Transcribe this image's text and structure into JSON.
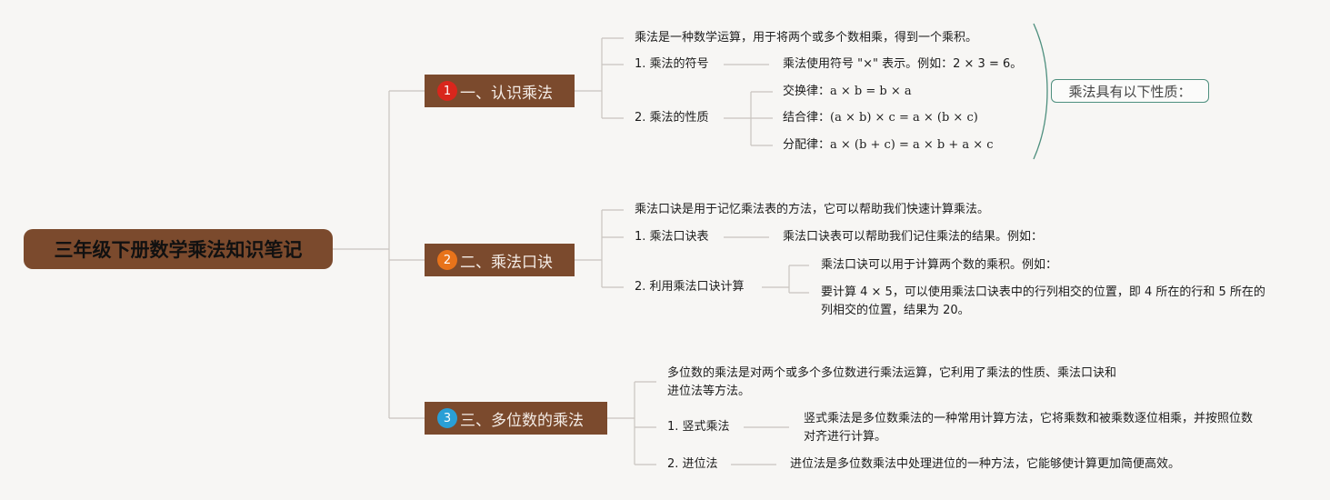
{
  "root": {
    "title": "三年级下册数学乘法知识笔记"
  },
  "colors": {
    "node_bg": "#7b4a2d",
    "badge1": "#d9261c",
    "badge2": "#e8731a",
    "badge3": "#2a9fd6",
    "brace": "#4e8f7e",
    "line": "#c9c4bf"
  },
  "sections": [
    {
      "num": "1",
      "title": "一、认识乘法",
      "intro": "乘法是一种数学运算，用于将两个或多个数相乘，得到一个乘积。",
      "items": [
        {
          "label": "1. 乘法的符号",
          "detail": "乘法使用符号 \"×\" 表示。例如：2 × 3 = 6。"
        },
        {
          "label": "2. 乘法的性质",
          "details": [
            {
              "name": "交换律：",
              "formula": "a × b = b × a"
            },
            {
              "name": "结合律：",
              "formula": "(a × b) × c = a × (b × c)"
            },
            {
              "name": "分配律：",
              "formula": "a × (b + c) = a × b + a × c"
            }
          ]
        }
      ],
      "summary": "乘法具有以下性质："
    },
    {
      "num": "2",
      "title": "二、乘法口诀",
      "intro": "乘法口诀是用于记忆乘法表的方法，它可以帮助我们快速计算乘法。",
      "items": [
        {
          "label": "1. 乘法口诀表",
          "detail": "乘法口诀表可以帮助我们记住乘法的结果。例如："
        },
        {
          "label": "2. 利用乘法口诀计算",
          "details": [
            "乘法口诀可以用于计算两个数的乘积。例如：",
            "要计算 4 × 5，可以使用乘法口诀表中的行列相交的位置，即 4 所在的行和 5 所在的列相交的位置，结果为 20。"
          ]
        }
      ]
    },
    {
      "num": "3",
      "title": "三、多位数的乘法",
      "intro": "多位数的乘法是对两个或多个多位数进行乘法运算，它利用了乘法的性质、乘法口诀和进位法等方法。",
      "items": [
        {
          "label": "1. 竖式乘法",
          "detail": "竖式乘法是多位数乘法的一种常用计算方法，它将乘数和被乘数逐位相乘，并按照位数对齐进行计算。"
        },
        {
          "label": "2. 进位法",
          "detail": "进位法是多位数乘法中处理进位的一种方法，它能够使计算更加简便高效。"
        }
      ]
    }
  ]
}
